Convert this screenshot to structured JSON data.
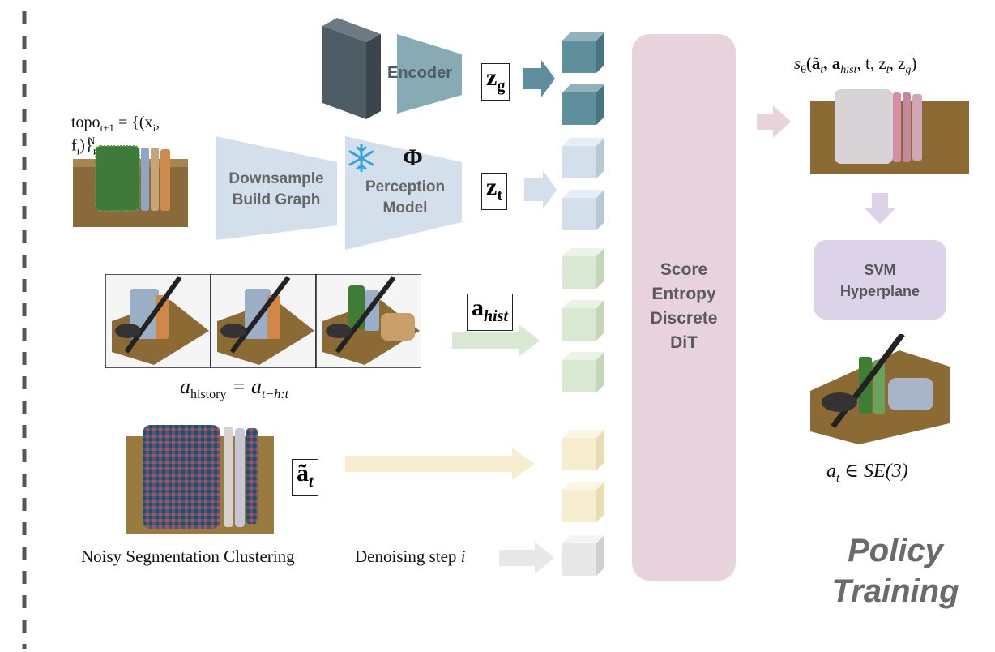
{
  "encoder": {
    "label": "Encoder",
    "output_symbol": "z",
    "output_sub": "g"
  },
  "perception": {
    "topo_label_main": "topo",
    "topo_label_sub": "t+1",
    "topo_label_rest": " = {(x",
    "topo_label_i": "i",
    "topo_label_f": ", f",
    "topo_label_tail": ")}",
    "topo_sup": "N",
    "topo_sub": "i=1",
    "downsample_line1": "Downsample",
    "downsample_line2": "Build Graph",
    "phi": "Φ",
    "model_line1": "Perception",
    "model_line2": "Model",
    "output_symbol": "z",
    "output_sub": "t"
  },
  "history": {
    "output_symbol": "a",
    "output_sub": "hist",
    "caption_main": "a",
    "caption_sub": "history",
    "caption_rest": " = a",
    "caption_rest_sub": "t−h:t"
  },
  "noisy": {
    "output_symbol": "ã",
    "output_sub": "t",
    "caption": "Noisy Segmentation Clustering",
    "step_text": "Denoising step ",
    "step_var": "i"
  },
  "dit": {
    "line1": "Score",
    "line2": "Entropy",
    "line3": "Discrete",
    "line4": "DiT"
  },
  "score_fn": "s",
  "score_sub": "θ",
  "score_args": "(ã",
  "score_args_rest": ", a",
  "score_args_hist": "hist",
  "score_args_tail": ", t, z",
  "score_args_t": "t",
  "score_args_zg": ", z",
  "score_args_g": "g",
  "score_close": ")",
  "svm": {
    "line1": "SVM",
    "line2": "Hyperplane"
  },
  "result": {
    "a": "a",
    "sub": "t",
    "rest": " ∈ SE(3)"
  },
  "section_title": {
    "line1": "Policy",
    "line2": "Training"
  },
  "colors": {
    "encoder": "#5f8f9c",
    "perception": "#d3dfea",
    "history": "#d9e8d2",
    "noisy": "#f7eed0",
    "denoise": "#e8e8e8",
    "dit": "#e8d3dd",
    "svm": "#dcd3ea"
  },
  "icons": [
    "snowflake-icon",
    "cube-token-icon",
    "arrow-icon"
  ]
}
